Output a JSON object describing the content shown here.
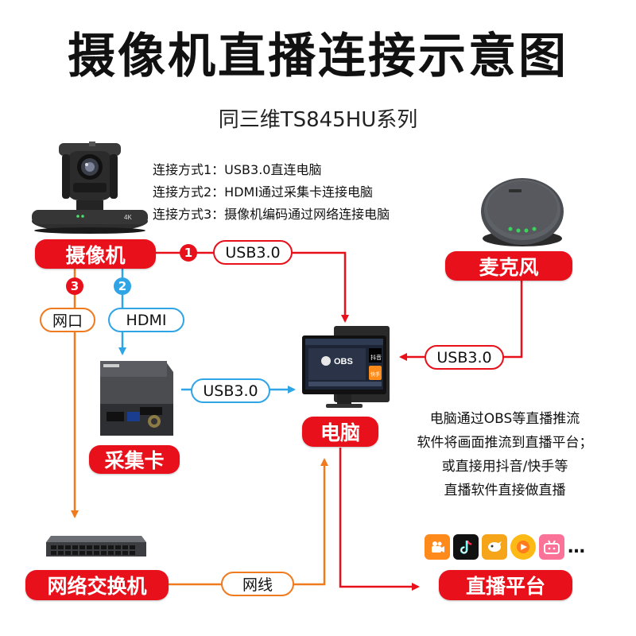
{
  "title": "摄像机直播连接示意图",
  "subtitle": "同三维TS845HU系列",
  "methods": [
    "连接方式1：USB3.0直连电脑",
    "连接方式2：HDMI通过采集卡连接电脑",
    "连接方式3：摄像机编码通过网络连接电脑"
  ],
  "nodes": {
    "camera": "摄像机",
    "microphone": "麦克风",
    "computer": "电脑",
    "capture_card": "采集卡",
    "switch": "网络交换机",
    "platform": "直播平台"
  },
  "links": {
    "usb_camera": "USB3.0",
    "usb_mic": "USB3.0",
    "usb_card": "USB3.0",
    "hdmi": "HDMI",
    "network_port": "网口",
    "cable": "网线"
  },
  "badges": {
    "one": "1",
    "two": "2",
    "three": "3"
  },
  "note": [
    "电脑通过OBS等直播推流",
    "软件将画面推流到直播平台；",
    "或直接用抖音/快手等",
    "直播软件直接做直播"
  ],
  "screen": {
    "app_label": "OBS",
    "side_label": "抖音",
    "bottom_label": "快手"
  },
  "camera_label": "4K",
  "platform_more": "…",
  "colors": {
    "red": "#e8101a",
    "blue": "#2fa5e6",
    "orange": "#f07a1e"
  }
}
